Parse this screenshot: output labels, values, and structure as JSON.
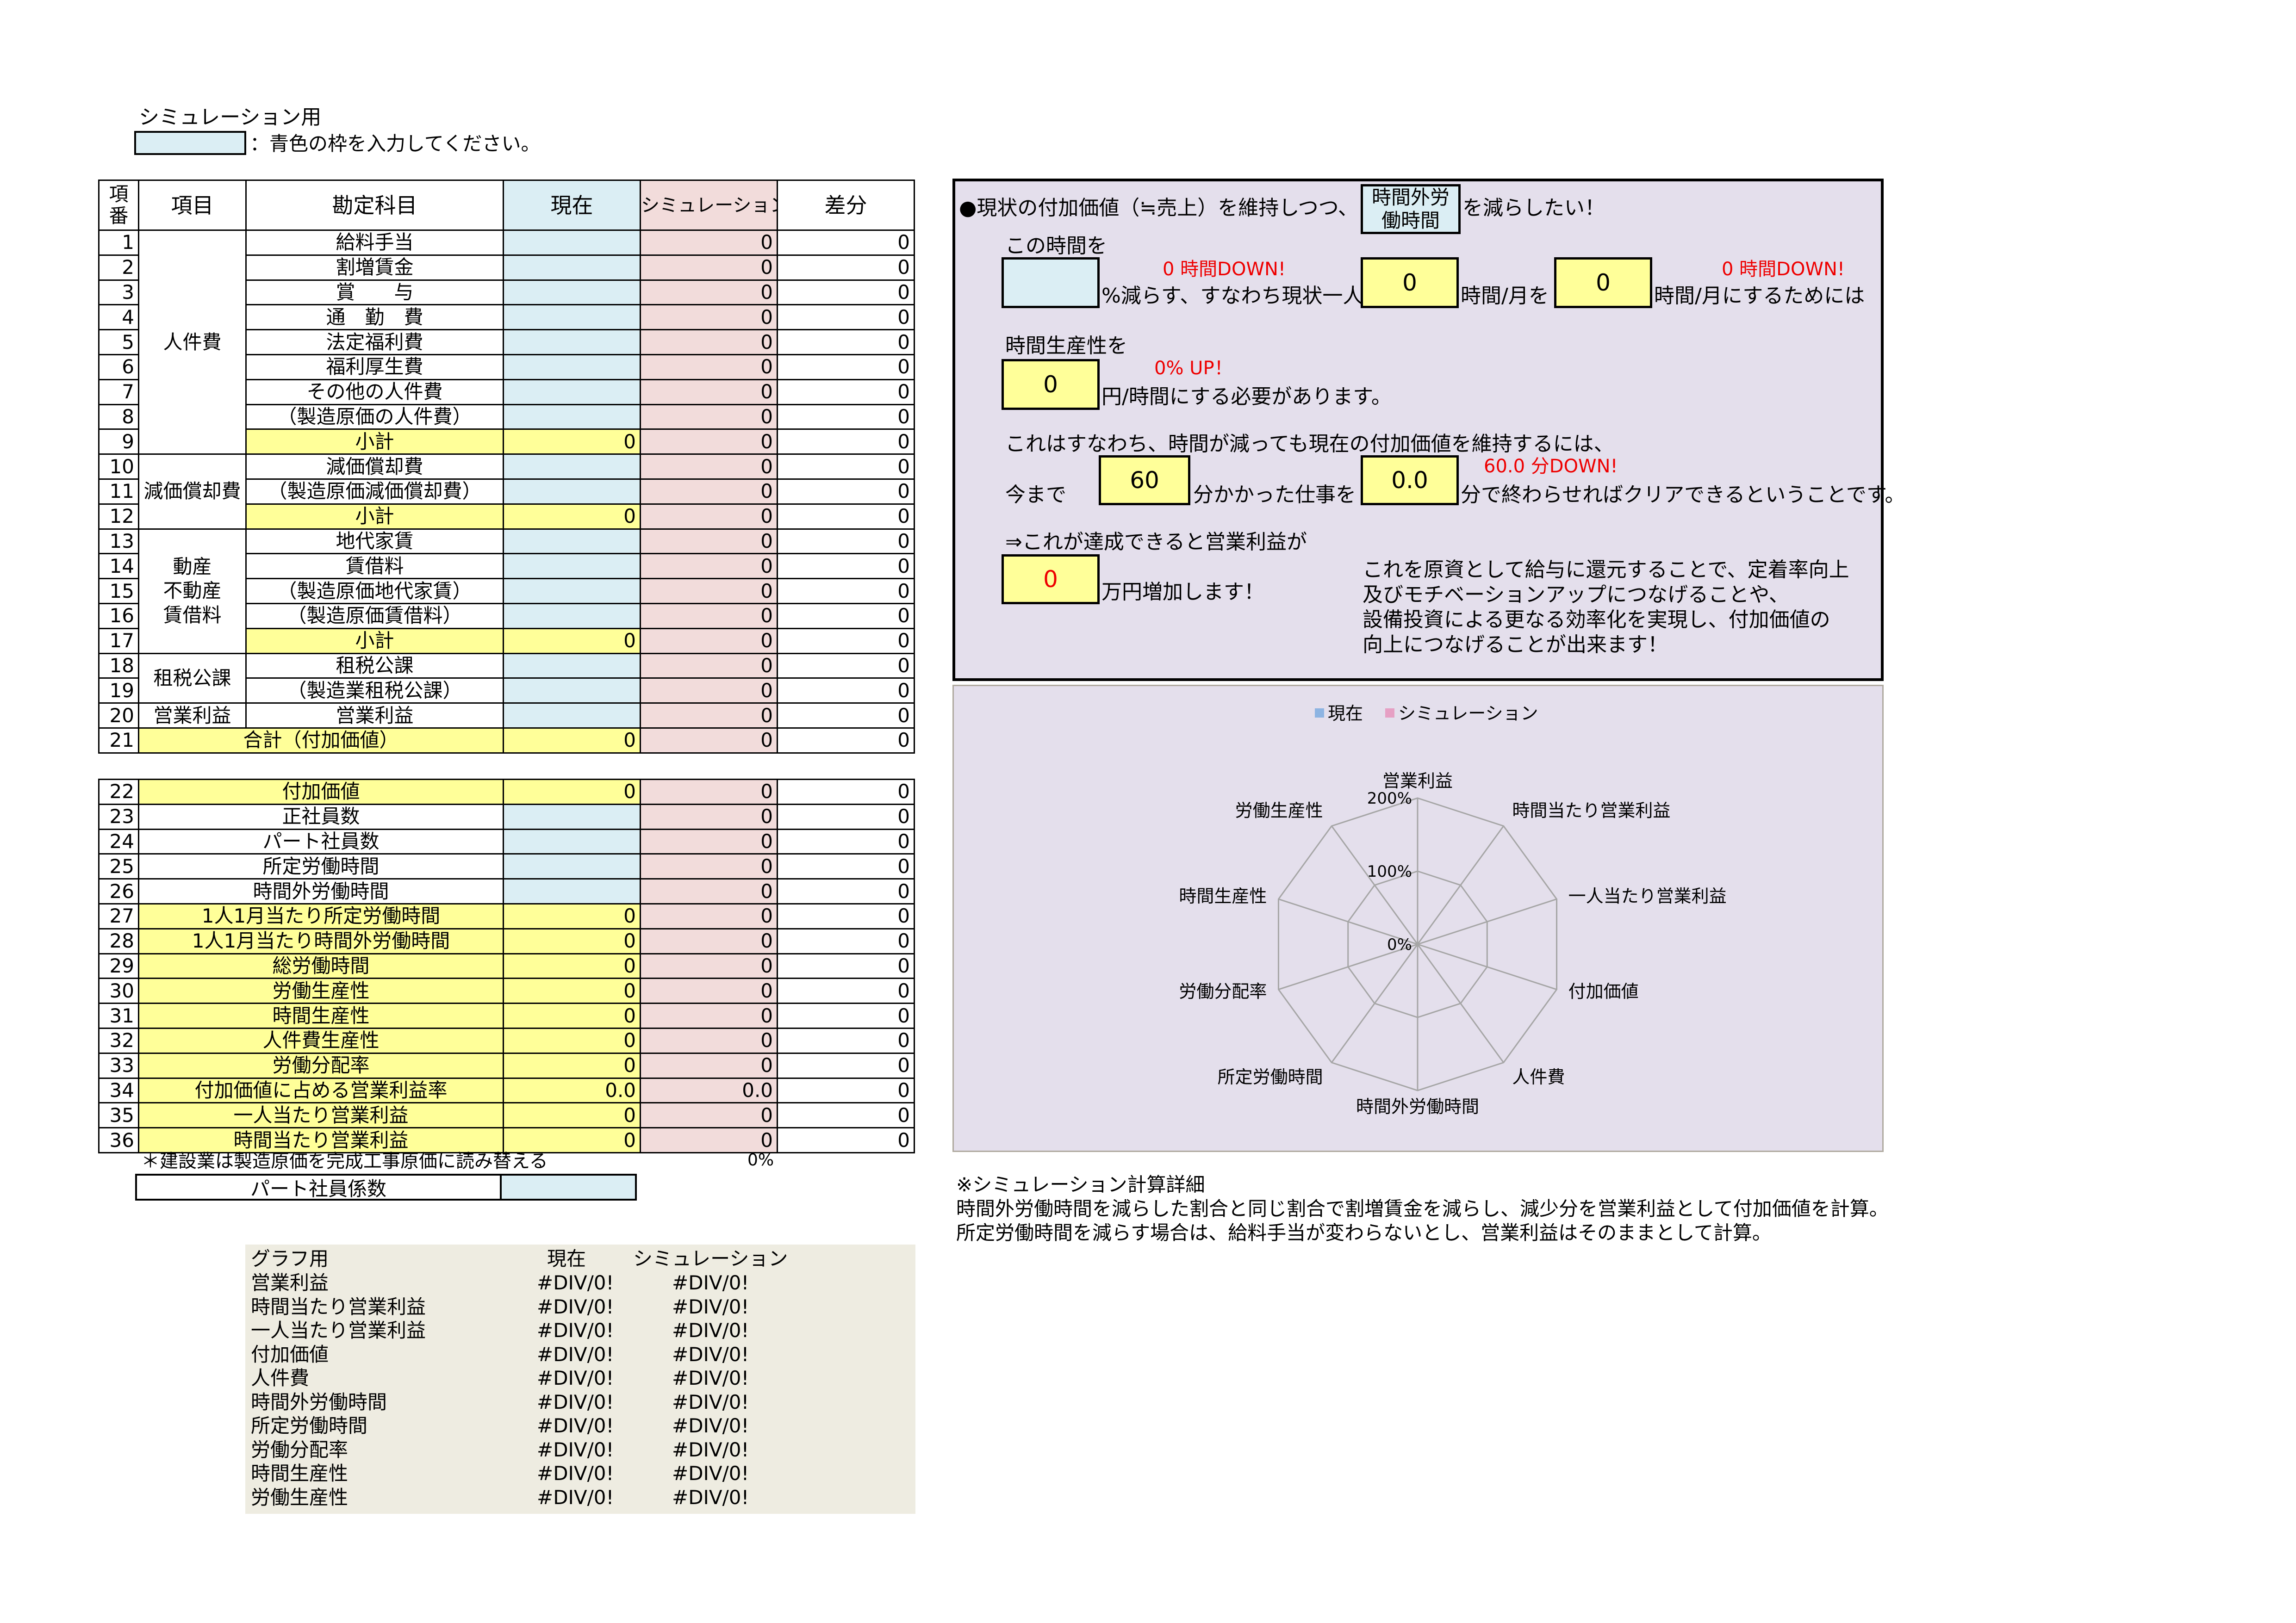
{
  "header": {
    "title": "シミュレーション用",
    "legend_note": "：青色の枠を入力してください。"
  },
  "table": {
    "headers": [
      "項番",
      "項目",
      "勘定科目",
      "現在",
      "シミュレーション",
      "差分"
    ],
    "rows1": [
      {
        "no": "1",
        "item": "給料手当",
        "cur": "",
        "sim": "0",
        "diff": "0"
      },
      {
        "no": "2",
        "item": "割増賃金",
        "cur": "",
        "sim": "0",
        "diff": "0"
      },
      {
        "no": "3",
        "item": "賞　　与",
        "cur": "",
        "sim": "0",
        "diff": "0"
      },
      {
        "no": "4",
        "item": "通　勤　費",
        "cur": "",
        "sim": "0",
        "diff": "0"
      },
      {
        "no": "5",
        "item": "法定福利費",
        "cur": "",
        "sim": "0",
        "diff": "0"
      },
      {
        "no": "6",
        "item": "福利厚生費",
        "cur": "",
        "sim": "0",
        "diff": "0"
      },
      {
        "no": "7",
        "item": "その他の人件費",
        "cur": "",
        "sim": "0",
        "diff": "0"
      },
      {
        "no": "8",
        "item": "（製造原価の人件費）",
        "cur": "",
        "sim": "0",
        "diff": "0"
      },
      {
        "no": "9",
        "item": "小計",
        "cur": "0",
        "sim": "0",
        "diff": "0"
      },
      {
        "no": "10",
        "item": "減価償却費",
        "cur": "",
        "sim": "0",
        "diff": "0"
      },
      {
        "no": "11",
        "item": "（製造原価減価償却費）",
        "cur": "",
        "sim": "0",
        "diff": "0"
      },
      {
        "no": "12",
        "item": "小計",
        "cur": "0",
        "sim": "0",
        "diff": "0"
      },
      {
        "no": "13",
        "item": "地代家賃",
        "cur": "",
        "sim": "0",
        "diff": "0"
      },
      {
        "no": "14",
        "item": "賃借料",
        "cur": "",
        "sim": "0",
        "diff": "0"
      },
      {
        "no": "15",
        "item": "（製造原価地代家賃）",
        "cur": "",
        "sim": "0",
        "diff": "0"
      },
      {
        "no": "16",
        "item": "（製造原価賃借料）",
        "cur": "",
        "sim": "0",
        "diff": "0"
      },
      {
        "no": "17",
        "item": "小計",
        "cur": "0",
        "sim": "0",
        "diff": "0"
      },
      {
        "no": "18",
        "item": "租税公課",
        "cur": "",
        "sim": "0",
        "diff": "0"
      },
      {
        "no": "19",
        "item": "（製造業租税公課）",
        "cur": "",
        "sim": "0",
        "diff": "0"
      },
      {
        "no": "20",
        "item": "営業利益",
        "cur": "",
        "sim": "0",
        "diff": "0"
      },
      {
        "no": "21",
        "item": "合計（付加価値）",
        "cur": "0",
        "sim": "0",
        "diff": "0"
      }
    ],
    "groups": {
      "g1": "人件費",
      "g2": "減価償却費",
      "g3a": "動産",
      "g3b": "不動産",
      "g3c": "賃借料",
      "g4": "租税公課",
      "g5": "営業利益"
    },
    "rows2": [
      {
        "no": "22",
        "item": "付加価値",
        "cur": "0",
        "sim": "0",
        "diff": "0"
      },
      {
        "no": "23",
        "item": "正社員数",
        "cur": "",
        "sim": "0",
        "diff": "0"
      },
      {
        "no": "24",
        "item": "パート社員数",
        "cur": "",
        "sim": "0",
        "diff": "0"
      },
      {
        "no": "25",
        "item": "所定労働時間",
        "cur": "",
        "sim": "0",
        "diff": "0"
      },
      {
        "no": "26",
        "item": "時間外労働時間",
        "cur": "",
        "sim": "0",
        "diff": "0"
      },
      {
        "no": "27",
        "item": "1人1月当たり所定労働時間",
        "cur": "0",
        "sim": "0",
        "diff": "0"
      },
      {
        "no": "28",
        "item": "1人1月当たり時間外労働時間",
        "cur": "0",
        "sim": "0",
        "diff": "0"
      },
      {
        "no": "29",
        "item": "総労働時間",
        "cur": "0",
        "sim": "0",
        "diff": "0"
      },
      {
        "no": "30",
        "item": "労働生産性",
        "cur": "0",
        "sim": "0",
        "diff": "0"
      },
      {
        "no": "31",
        "item": "時間生産性",
        "cur": "0",
        "sim": "0",
        "diff": "0"
      },
      {
        "no": "32",
        "item": "人件費生産性",
        "cur": "0",
        "sim": "0",
        "diff": "0"
      },
      {
        "no": "33",
        "item": "労働分配率",
        "cur": "0",
        "sim": "0",
        "diff": "0"
      },
      {
        "no": "34",
        "item": "付加価値に占める営業利益率",
        "cur": "0.0",
        "sim": "0.0",
        "diff": "0"
      },
      {
        "no": "35",
        "item": "一人当たり営業利益",
        "cur": "0",
        "sim": "0",
        "diff": "0"
      },
      {
        "no": "36",
        "item": "時間当たり営業利益",
        "cur": "0",
        "sim": "0",
        "diff": "0"
      }
    ],
    "footnote": "＊建設業は製造原価を完成工事原価に読み替える",
    "footnote_value": "0%",
    "part_coef_label": "パート社員係数"
  },
  "panel": {
    "line1_a": "●現状の付加価値（≒売上）を維持しつつ、",
    "line1_box": "時間外労働時間",
    "line1_b": "を減らしたい！",
    "this_time": "この時間を",
    "red1": "0 時間DOWN!",
    "red2": "0 時間DOWN!",
    "pct_text": "%減らす、すなわち現状一人",
    "box1": "0",
    "mid_text": "時間/月を",
    "box2": "0",
    "end_text": "時間/月にするためには",
    "prod_label": "時間生産性を",
    "red3": "0% UP！",
    "box3": "0",
    "prod_text": "円/時間にする必要があります。",
    "line4": "これはすなわち、時間が減っても現在の付加価値を維持するには、",
    "until": "今まで",
    "box4": "60",
    "task_text": "分かかった仕事を",
    "red4": "60.0 分DOWN!",
    "box5": "0.0",
    "finish_text": "分で終わらせればクリアできるということです。",
    "achieve": "⇒これが達成できると営業利益が",
    "box6": "0",
    "increase": "万円増加します！",
    "para": [
      "これを原資として給与に還元することで、定着率向上",
      "及びモチベーションアップにつなげることや、",
      "設備投資による更なる効率化を実現し、付加価値の",
      "向上につなげることが出来ます！"
    ]
  },
  "chart_data": {
    "type": "radar",
    "legend": [
      "現在",
      "シミュレーション"
    ],
    "series_colors": [
      "#8db4e2",
      "#e6a0c4"
    ],
    "axes": [
      "営業利益",
      "時間当たり営業利益",
      "一人当たり営業利益",
      "付加価値",
      "人件費",
      "時間外労働時間",
      "所定労働時間",
      "労働分配率",
      "時間生産性",
      "労働生産性"
    ],
    "ticks": [
      "0%",
      "100%",
      "200%"
    ],
    "rmax": 200,
    "series": [
      {
        "name": "現在",
        "values": [
          null,
          null,
          null,
          null,
          null,
          null,
          null,
          null,
          null,
          null
        ]
      },
      {
        "name": "シミュレーション",
        "values": [
          null,
          null,
          null,
          null,
          null,
          null,
          null,
          null,
          null,
          null
        ]
      }
    ]
  },
  "notes": {
    "title": "※シミュレーション計算詳細",
    "line1": "時間外労働時間を減らした割合と同じ割合で割増賃金を減らし、減少分を営業利益として付加価値を計算。",
    "line2": "所定労働時間を減らす場合は、給料手当が変わらないとし、営業利益はそのままとして計算。"
  },
  "graph_table": {
    "header": [
      "グラフ用",
      "現在",
      "シミュレーション"
    ],
    "rows": [
      [
        "営業利益",
        "#DIV/0!",
        "#DIV/0!"
      ],
      [
        "時間当たり営業利益",
        "#DIV/0!",
        "#DIV/0!"
      ],
      [
        "一人当たり営業利益",
        "#DIV/0!",
        "#DIV/0!"
      ],
      [
        "付加価値",
        "#DIV/0!",
        "#DIV/0!"
      ],
      [
        "人件費",
        "#DIV/0!",
        "#DIV/0!"
      ],
      [
        "時間外労働時間",
        "#DIV/0!",
        "#DIV/0!"
      ],
      [
        "所定労働時間",
        "#DIV/0!",
        "#DIV/0!"
      ],
      [
        "労働分配率",
        "#DIV/0!",
        "#DIV/0!"
      ],
      [
        "時間生産性",
        "#DIV/0!",
        "#DIV/0!"
      ],
      [
        "労働生産性",
        "#DIV/0!",
        "#DIV/0!"
      ]
    ]
  }
}
